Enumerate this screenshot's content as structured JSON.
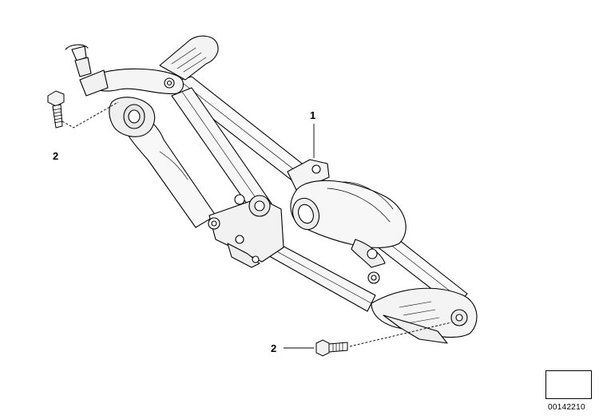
{
  "callouts": {
    "part_1": "1",
    "part_2_upper": "2",
    "part_2_lower": "2"
  },
  "reference_number": "00142210",
  "nav_icon": "arrow-down-left-icon"
}
